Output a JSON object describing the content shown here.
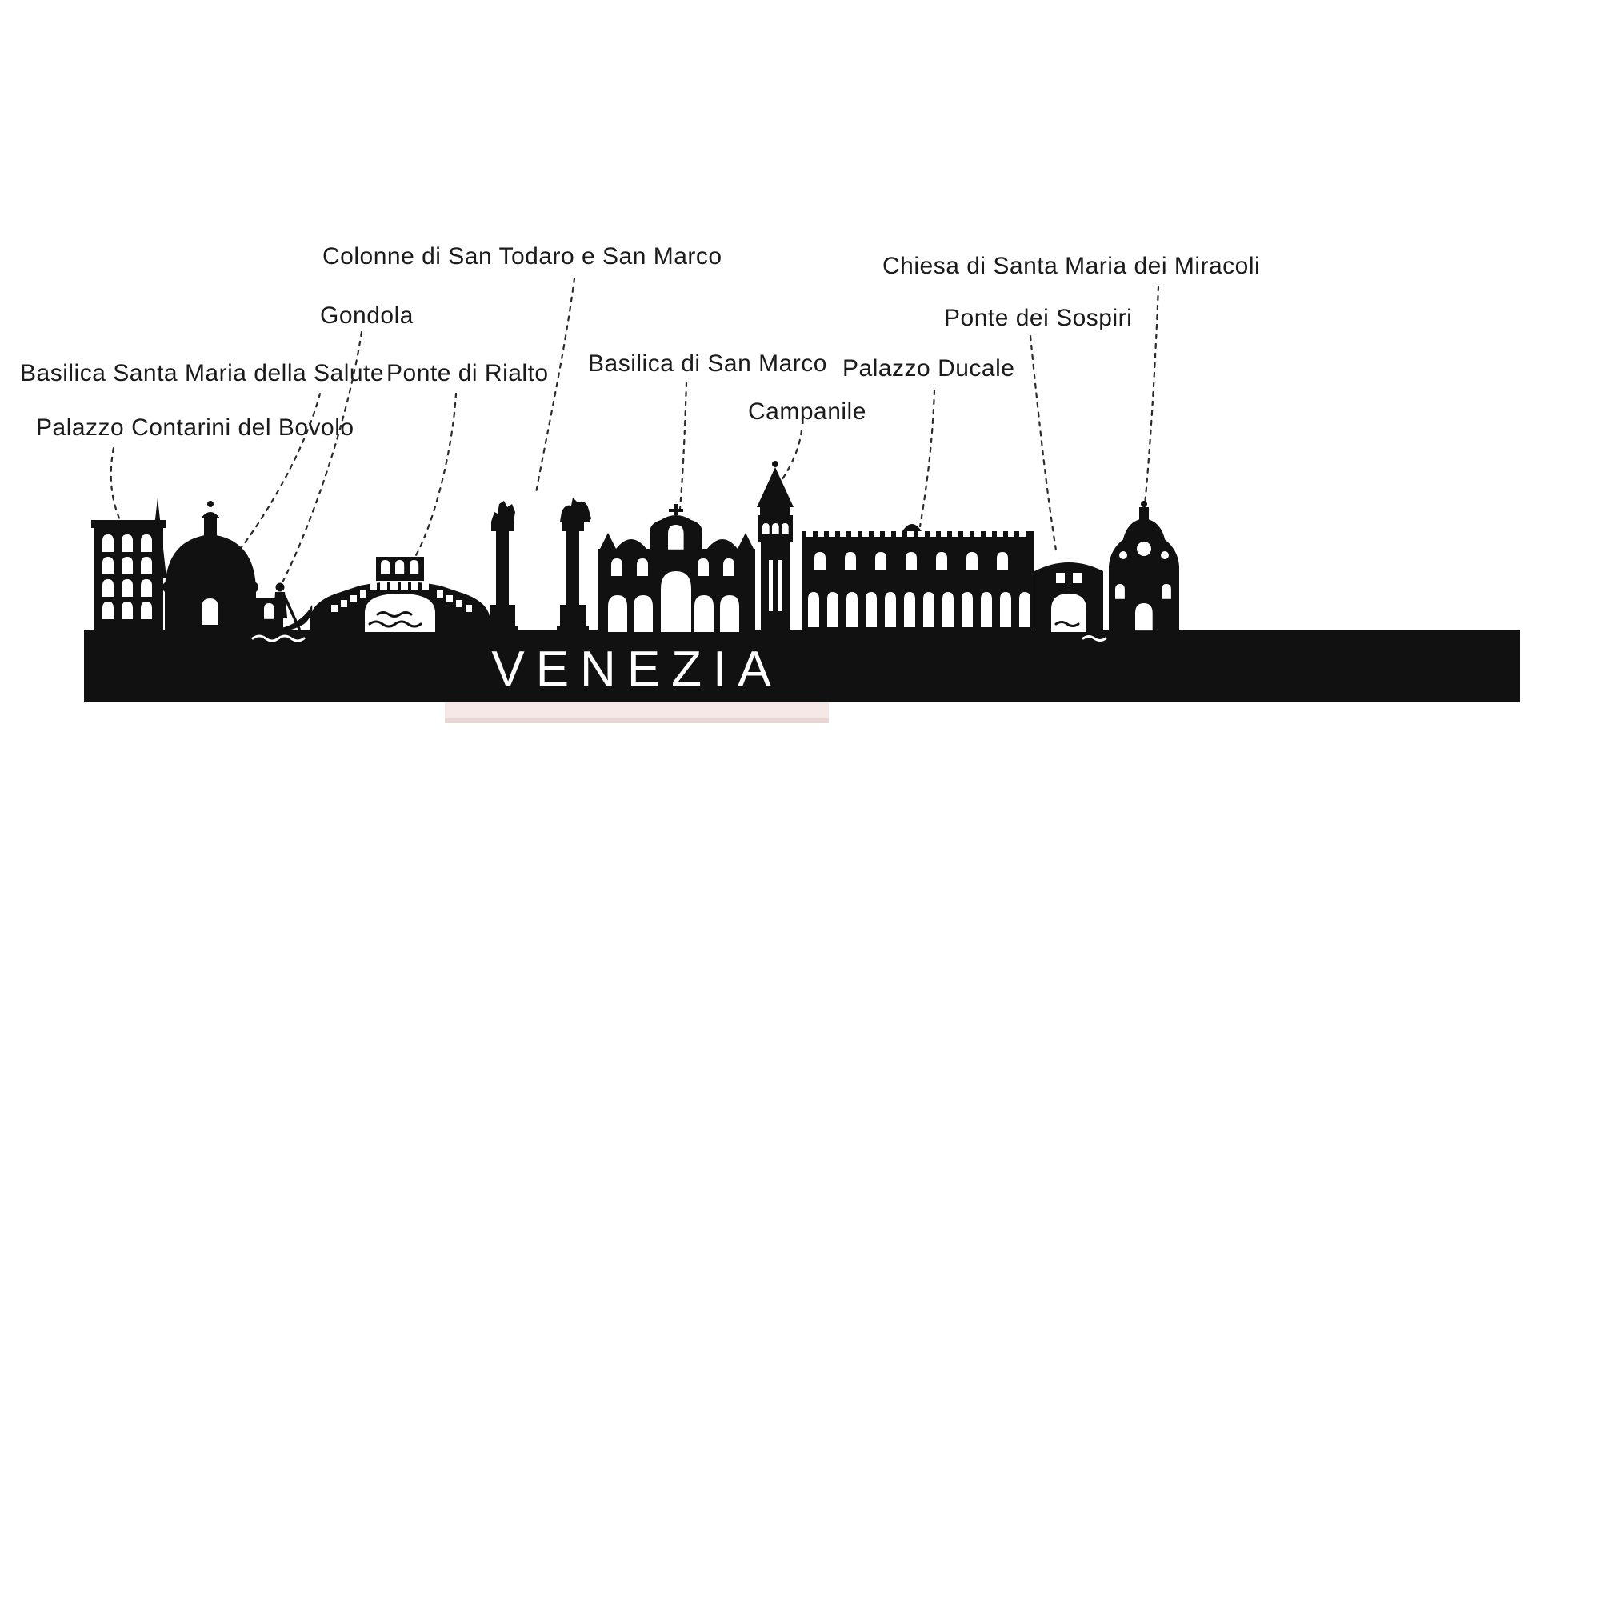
{
  "figure": {
    "title": "VENEZIA"
  },
  "labels": {
    "colonne": "Colonne di San Todaro e San Marco",
    "chiesa_miracoli": "Chiesa di Santa Maria dei Miracoli",
    "gondola": "Gondola",
    "ponte_sospiri": "Ponte dei Sospiri",
    "basilica_salute": "Basilica Santa Maria della Salute",
    "ponte_rialto": "Ponte di Rialto",
    "basilica_san_marco": "Basilica di San Marco",
    "palazzo_ducale": "Palazzo Ducale",
    "palazzo_bovolo": "Palazzo Contarini del Bovolo",
    "campanile": "Campanile"
  },
  "colors": {
    "silhouette": "#111111",
    "background": "#ffffff",
    "stand": "#f5e8e6",
    "stand_edge": "#e7d6d4",
    "label_text": "#1b1b1b",
    "leader_line": "#2a2a2a"
  }
}
